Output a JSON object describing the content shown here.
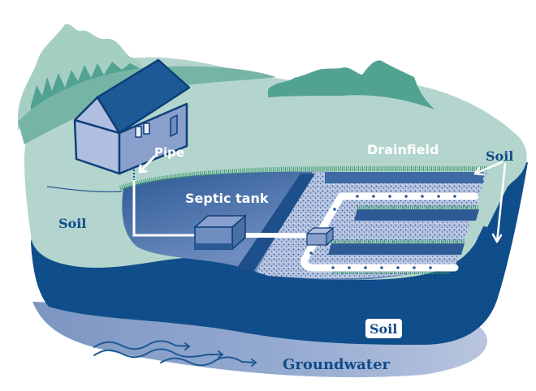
{
  "title": "Septic system diagram",
  "labels": {
    "pipe": "Pipe",
    "septic_tank": "Septic tank",
    "drainfield": "Drainfield",
    "soil_left": "Soil",
    "soil_right": "Soil",
    "soil_deep": "Soil",
    "groundwater": "Groundwater"
  },
  "icons": {
    "house": "house-icon",
    "septic_tank": "septic-tank-icon",
    "distribution_box": "distribution-box-icon",
    "trees": "trees-icon",
    "groundwater_flow": "wavy-arrow-icon"
  },
  "colors": {
    "hill_light": "#b3d5cd",
    "hill_mid": "#76b4a5",
    "trees_dark": "#52a292",
    "trench_blue": "#4a6fa5",
    "trench_deep": "#2d5a95",
    "soil_dark": "#0f4d8a",
    "groundwater": "#8aa2c8",
    "groundwater_light": "#b7c4dd",
    "house_wall": "#b0bee0",
    "house_wall_side": "#8aa0cc",
    "house_roof": "#1d5a95",
    "outline": "#0c3f7a",
    "grass": "#3a9a6a",
    "gravel": "#aab8d8",
    "pipe": "#ffffff",
    "label_white": "#ffffff",
    "label_navy": "#0f4d8a"
  }
}
